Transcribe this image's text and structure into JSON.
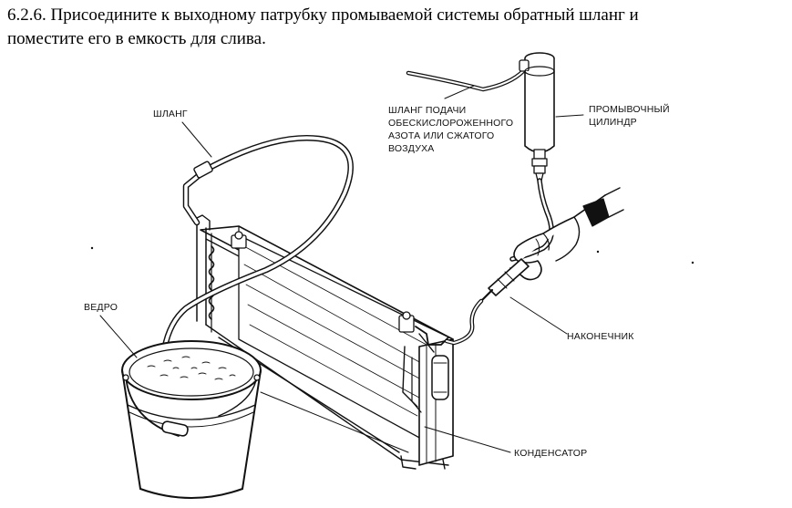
{
  "instruction": {
    "line1": "6.2.6. Присоедините к выходному патрубку промываемой системы обратный шланг и",
    "line2": "поместите его в емкость для слива."
  },
  "figure": {
    "labels": {
      "hose": "ШЛАНГ",
      "supply_line1": "ШЛАНГ ПОДАЧИ",
      "supply_line2": "ОБЕСКИСЛОРОЖЕННОГО",
      "supply_line3": "АЗОТА ИЛИ СЖАТОГО",
      "supply_line4": "ВОЗДУХА",
      "cylinder_line1": "ПРОМЫВОЧНЫЙ",
      "cylinder_line2": "ЦИЛИНДР",
      "bucket": "ВЕДРО",
      "nozzle": "НАКОНЕЧНИК",
      "condenser": "КОНДЕНСАТОР"
    }
  }
}
